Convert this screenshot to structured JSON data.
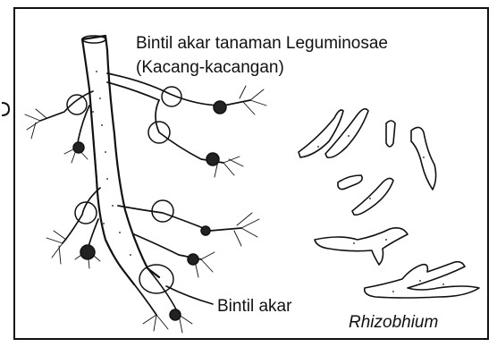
{
  "labels": {
    "title_line1": "Bintil akar tanaman Leguminosae",
    "title_line2": "(Kacang-kacangan)",
    "nodule": "Bintil akar",
    "bacteria": "Rhizobhium"
  },
  "colors": {
    "ink": "#111111",
    "paper": "#ffffff"
  }
}
